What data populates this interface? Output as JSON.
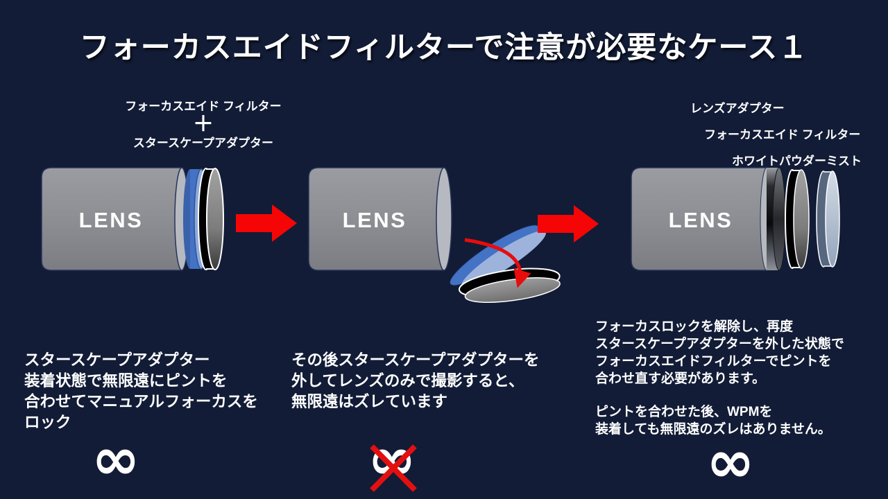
{
  "title": "フォーカスエイドフィルターで注意が必要なケース１",
  "left_panel": {
    "label_line1": "フォーカスエイド フィルター",
    "label_plus": "＋",
    "label_line2": "スタースケープアダプター",
    "lens_label": "LENS",
    "caption": "スタースケープアダプター\n装着状態で無限遠にピントを\n合わせてマニュアルフォーカスを\nロック",
    "infinity_symbol": "∞"
  },
  "middle_panel": {
    "lens_label": "LENS",
    "caption": "その後スタースケープアダプターを\n外してレンズのみで撮影すると、\n無限遠はズレています",
    "infinity_symbol": "∞"
  },
  "right_panel": {
    "labels": [
      "レンズアダプター",
      "フォーカスエイド フィルター",
      "ホワイトパウダーミスト"
    ],
    "lens_label": "LENS",
    "caption_para1": "フォーカスロックを解除し、再度\nスタースケープアダプターを外した状態で\nフォーカスエイドフィルターでピントを\n合わせ直す必要があります。",
    "caption_para2": "ピントを合わせた後、WPMを\n装着しても無限遠のズレはありません。",
    "infinity_symbol": "∞"
  },
  "colors": {
    "background": "#121c36",
    "text": "#ffffff",
    "arrow_red": "#f50505",
    "adapter_blue": "#4472c4",
    "adapter_blue_face": "#8faadc",
    "lens_gray": "#8e9095",
    "filter_face_gray": "#8a8a8a",
    "wpm_face": "#c3cedd"
  }
}
